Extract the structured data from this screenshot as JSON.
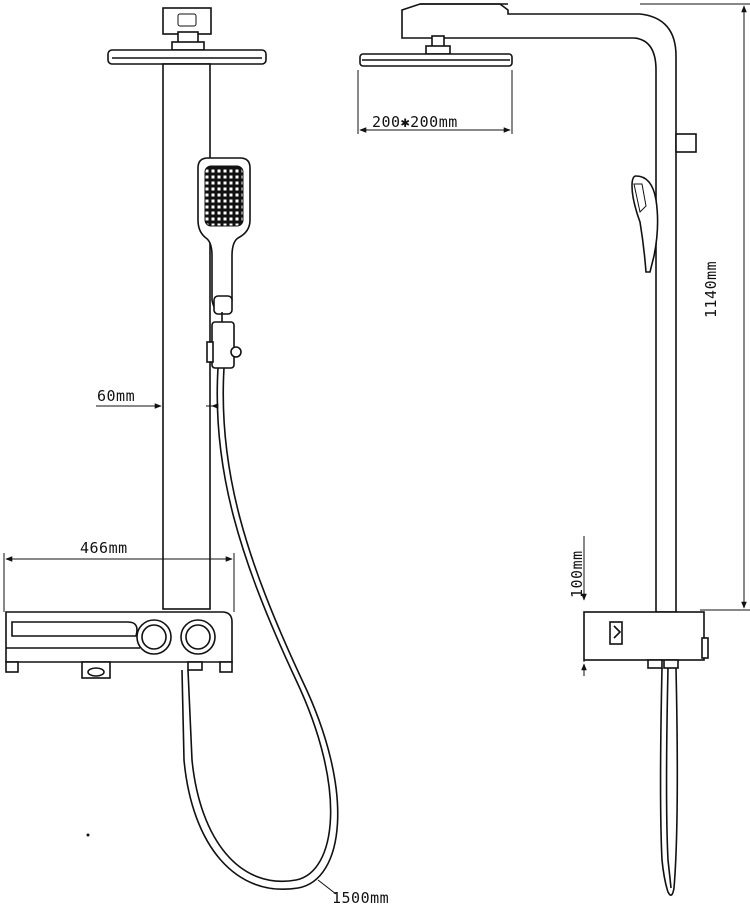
{
  "dimensions": {
    "rail_gap": "60mm",
    "shelf_width": "466mm",
    "hose_length": "1500mm",
    "head_size": "200✱200mm",
    "total_height": "1140mm",
    "mixer_height": "100mm"
  }
}
